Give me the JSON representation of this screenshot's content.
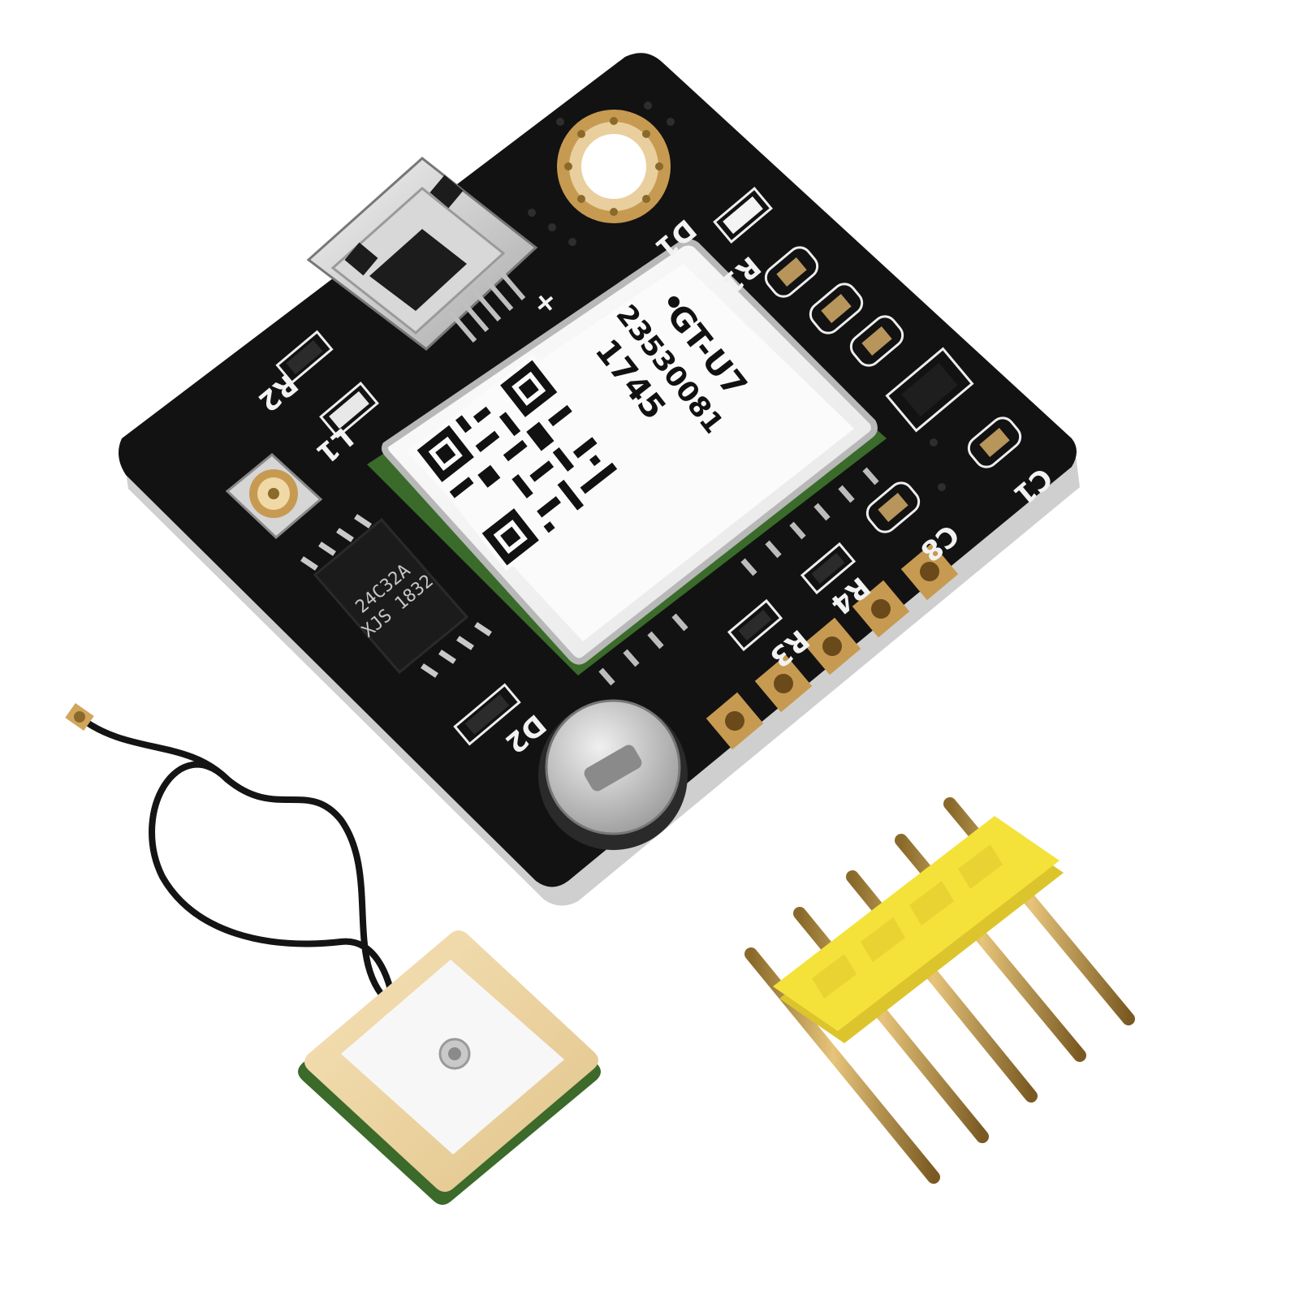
{
  "product": {
    "components": [
      "gps-module-board",
      "ceramic-patch-antenna",
      "ipex-antenna-cable",
      "pin-header"
    ]
  },
  "gps_shield_label": {
    "model": "GT-U7",
    "serial": "23530081",
    "date_code": "1745"
  },
  "eeprom_chip": {
    "line1": "24C32A",
    "line2": "XJS 1832"
  },
  "silkscreen": {
    "r1": "R1",
    "r2": "R2",
    "r3": "R3",
    "r4": "R4",
    "l1": "L1",
    "d1": "D1",
    "d2": "D2",
    "c1": "C1",
    "c8": "C8",
    "plus": "+",
    "minus": "-"
  },
  "colors": {
    "pcb": "#121212",
    "shield": "#f7f7f7",
    "pads": "#c79a52",
    "header_plastic": "#f4e23a",
    "antenna_ceramic": "#efd9a8"
  }
}
